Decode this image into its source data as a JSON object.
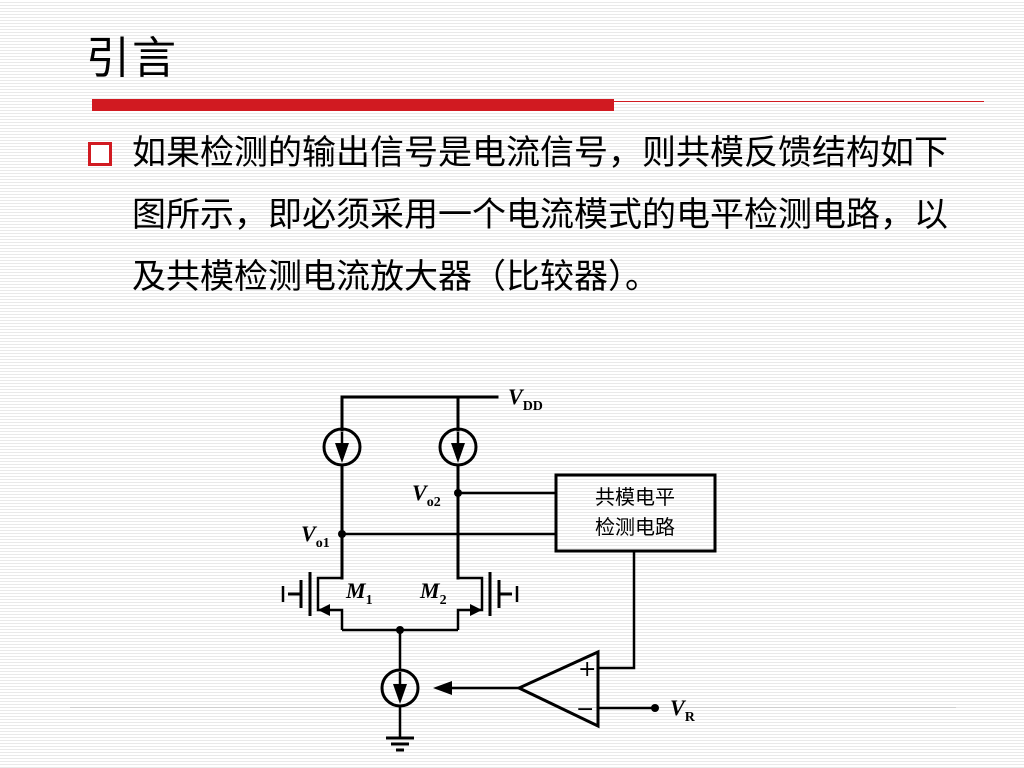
{
  "slide": {
    "title": "引言",
    "bullet_text": "如果检测的输出信号是电流信号，则共模反馈结构如下图所示，即必须采用一个电流模式的电平检测电路，以及共模检测电流放大器（比较器）。"
  },
  "circuit": {
    "vdd": {
      "main": "V",
      "sub": "DD"
    },
    "vo2": {
      "main": "V",
      "sub": "o2"
    },
    "vo1": {
      "main": "V",
      "sub": "o1"
    },
    "m1": {
      "main": "M",
      "sub": "1"
    },
    "m2": {
      "main": "M",
      "sub": "2"
    },
    "vr": {
      "main": "V",
      "sub": "R"
    },
    "detector_line1": "共模电平",
    "detector_line2": "检测电路",
    "plus": "+",
    "minus": "−"
  }
}
